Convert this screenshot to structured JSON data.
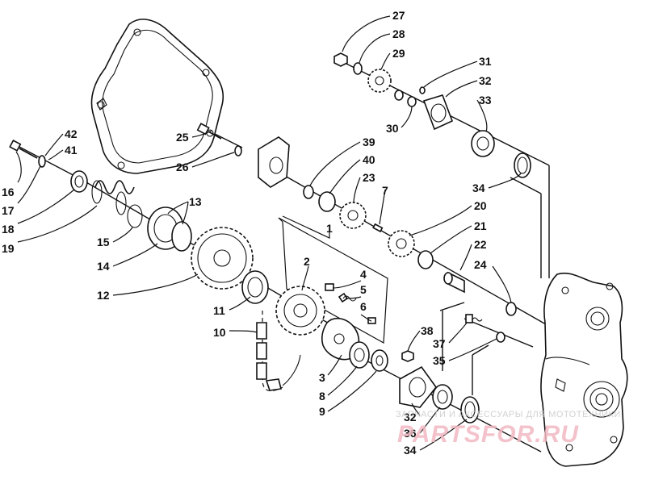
{
  "callouts": [
    {
      "id": "c27",
      "text": "27"
    },
    {
      "id": "c28",
      "text": "28"
    },
    {
      "id": "c29",
      "text": "29"
    },
    {
      "id": "c31",
      "text": "31"
    },
    {
      "id": "c32a",
      "text": "32"
    },
    {
      "id": "c33",
      "text": "33"
    },
    {
      "id": "c30",
      "text": "30"
    },
    {
      "id": "c39",
      "text": "39"
    },
    {
      "id": "c40",
      "text": "40"
    },
    {
      "id": "c23",
      "text": "23"
    },
    {
      "id": "c7",
      "text": "7"
    },
    {
      "id": "c20",
      "text": "20"
    },
    {
      "id": "c21",
      "text": "21"
    },
    {
      "id": "c22",
      "text": "22"
    },
    {
      "id": "c24",
      "text": "24"
    },
    {
      "id": "c34a",
      "text": "34"
    },
    {
      "id": "c42",
      "text": "42"
    },
    {
      "id": "c41",
      "text": "41"
    },
    {
      "id": "c25",
      "text": "25"
    },
    {
      "id": "c26",
      "text": "26"
    },
    {
      "id": "c16",
      "text": "16"
    },
    {
      "id": "c17",
      "text": "17"
    },
    {
      "id": "c18",
      "text": "18"
    },
    {
      "id": "c19",
      "text": "19"
    },
    {
      "id": "c13",
      "text": "13"
    },
    {
      "id": "c15",
      "text": "15"
    },
    {
      "id": "c14",
      "text": "14"
    },
    {
      "id": "c12",
      "text": "12"
    },
    {
      "id": "c1",
      "text": "1"
    },
    {
      "id": "c2",
      "text": "2"
    },
    {
      "id": "c4",
      "text": "4"
    },
    {
      "id": "c5",
      "text": "5"
    },
    {
      "id": "c6",
      "text": "6"
    },
    {
      "id": "c11",
      "text": "11"
    },
    {
      "id": "c10",
      "text": "10"
    },
    {
      "id": "c3",
      "text": "3"
    },
    {
      "id": "c8",
      "text": "8"
    },
    {
      "id": "c9",
      "text": "9"
    },
    {
      "id": "c38",
      "text": "38"
    },
    {
      "id": "c37",
      "text": "37"
    },
    {
      "id": "c35",
      "text": "35"
    },
    {
      "id": "c32b",
      "text": "32"
    },
    {
      "id": "c36",
      "text": "36"
    },
    {
      "id": "c34b",
      "text": "34"
    }
  ],
  "watermark": {
    "caption": "ЗАПЧАСТИ И АКСЕССУАРЫ ДЛЯ МОТОТЕХНИКИ",
    "logo": "PARTSFOR.RU"
  }
}
